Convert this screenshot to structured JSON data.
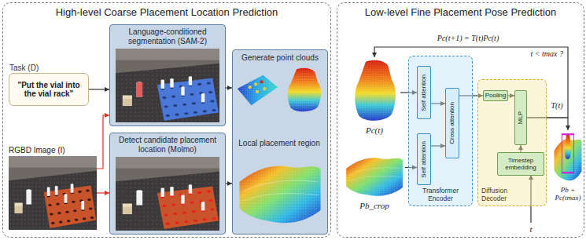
{
  "diagram": {
    "nodes": [
      {
        "text": [
          "High-level Coarse Placement Location Prediction"
        ]
      },
      {
        "text": [
          "Task (D)",
          "\"Put the vial into the vial rack\""
        ],
        "in": 0
      },
      {
        "text": [
          "RGBD Image (I)"
        ],
        "in": 0
      },
      {
        "text": [
          "Language-conditioned segmentation (SAM-2)"
        ],
        "in": 0
      },
      {
        "text": [
          "Detect candidate placement location (Molmo)"
        ],
        "in": 0
      },
      {
        "text": [
          "Generate point clouds"
        ],
        "in": 0
      },
      {
        "text": [
          "Low-level Fine Placement Pose Prediction"
        ]
      },
      {
        "text": [
          "Pc(t)"
        ],
        "in": 6
      },
      {
        "text": [
          "Pb_crop"
        ],
        "in": 6
      },
      {
        "text": [
          "Transformer Encoder"
        ],
        "in": 6
      },
      {
        "text": [
          "Self attention"
        ],
        "in": 9
      },
      {
        "text": [
          "Self attention"
        ],
        "in": 9
      },
      {
        "text": [
          "Cross attention"
        ],
        "in": 9
      },
      {
        "text": [
          "Diffusion Decoder"
        ],
        "in": 6
      },
      {
        "text": [
          "Pooling"
        ],
        "in": 13
      },
      {
        "text": [
          "MLP"
        ],
        "in": 13
      },
      {
        "text": [
          "Timestep embedding"
        ],
        "in": 13
      },
      {
        "text": [
          "Pb + Pc(tmax)"
        ],
        "in": 6
      }
    ],
    "edges": [
      {
        "from": 1,
        "to": 3,
        "arrow": "to"
      },
      {
        "from": 2,
        "to": 3,
        "arrow": "to"
      },
      {
        "from": 2,
        "to": 4,
        "arrow": "to"
      },
      {
        "from": 3,
        "to": 5,
        "arrow": "to"
      },
      {
        "from": 4,
        "to": 5,
        "arrow": "to"
      },
      {
        "from": 7,
        "to": 10,
        "arrow": "to"
      },
      {
        "from": 8,
        "to": 11,
        "arrow": "to"
      },
      {
        "from": 10,
        "to": 12,
        "arrow": "to"
      },
      {
        "from": 11,
        "to": 12,
        "arrow": "to"
      },
      {
        "from": 12,
        "to": 14,
        "arrow": "to"
      },
      {
        "from": 14,
        "to": 15,
        "arrow": "to"
      },
      {
        "from": 16,
        "to": 15,
        "arrow": "to"
      },
      {
        "from": 15,
        "to": 17,
        "arrow": "to"
      },
      {
        "from": 15,
        "to": 7,
        "arrow": "to"
      }
    ],
    "labels": [
      "Local placement region",
      "Pc(t+1) = T(t)Pc(t)",
      "t < tmax ?",
      "T(t)",
      "t"
    ]
  }
}
